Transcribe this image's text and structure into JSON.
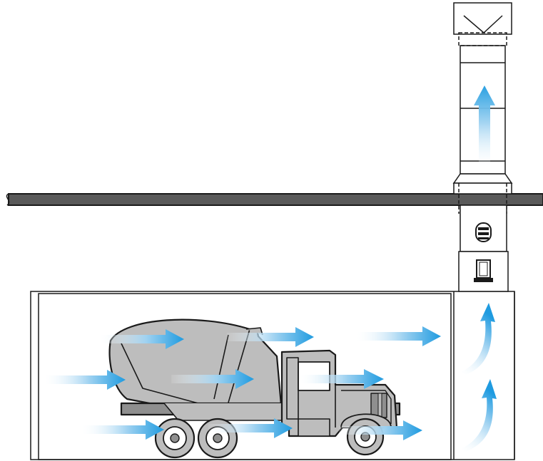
{
  "colors": {
    "line": "#1a1a1a",
    "roof_slab": "#5a5a5a",
    "truck_body": "#bdbdbd",
    "truck_dark": "#8f8f8f",
    "airflow": "#1f9be0",
    "airflow_fade": "#e8f4fb",
    "background": "#ffffff"
  },
  "icons": {
    "airflow_arrow": "airflow-arrow-icon",
    "fan": "fan-icon",
    "damper": "damper-icon",
    "break_mark": "break-line-icon"
  },
  "diagram": {
    "airflow_direction_in_room": "left-to-right",
    "airflow_direction_in_shaft": "upward",
    "airflow_direction_in_stack": "upward"
  }
}
